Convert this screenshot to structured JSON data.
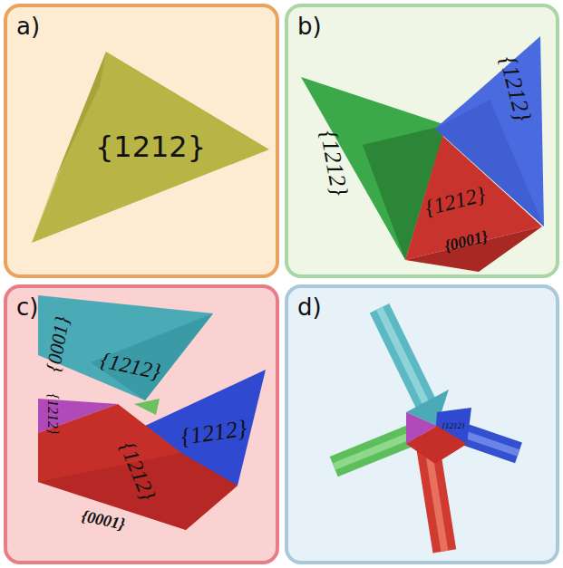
{
  "diagram": {
    "nodes": [
      {
        "text": [
          "a)"
        ]
      },
      {
        "text": [
          "b)"
        ]
      },
      {
        "text": [
          "c)"
        ]
      },
      {
        "text": [
          "d)"
        ]
      }
    ],
    "labels": [
      "{1212}",
      "{1212}",
      "{1212}",
      "{1212}",
      "{0001}",
      "{0001}",
      "{1212}",
      "{1212}",
      "{1212}",
      "{1212}",
      "{0001}",
      "{1212}"
    ]
  }
}
